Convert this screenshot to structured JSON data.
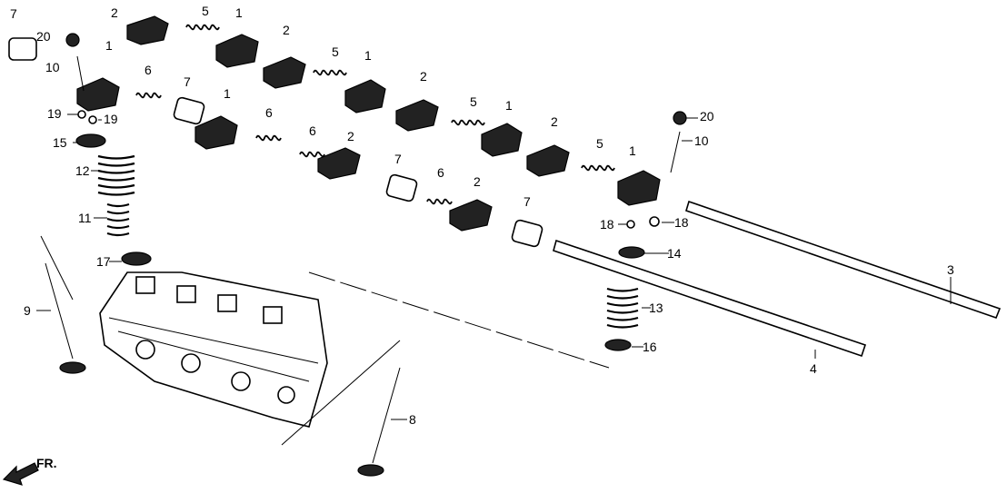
{
  "diagram": {
    "title": "Valve / Rocker Arm exploded view",
    "callouts": [
      "7",
      "20",
      "2",
      "5",
      "1",
      "2",
      "5",
      "1",
      "2",
      "5",
      "1",
      "2",
      "5",
      "1",
      "20",
      "10",
      "1",
      "10",
      "6",
      "7",
      "1",
      "6",
      "6",
      "2",
      "7",
      "6",
      "2",
      "7",
      "19",
      "19",
      "15",
      "12",
      "11",
      "17",
      "9",
      "18",
      "18",
      "14",
      "3",
      "13",
      "16",
      "4",
      "8"
    ],
    "front_marker": "FR."
  }
}
